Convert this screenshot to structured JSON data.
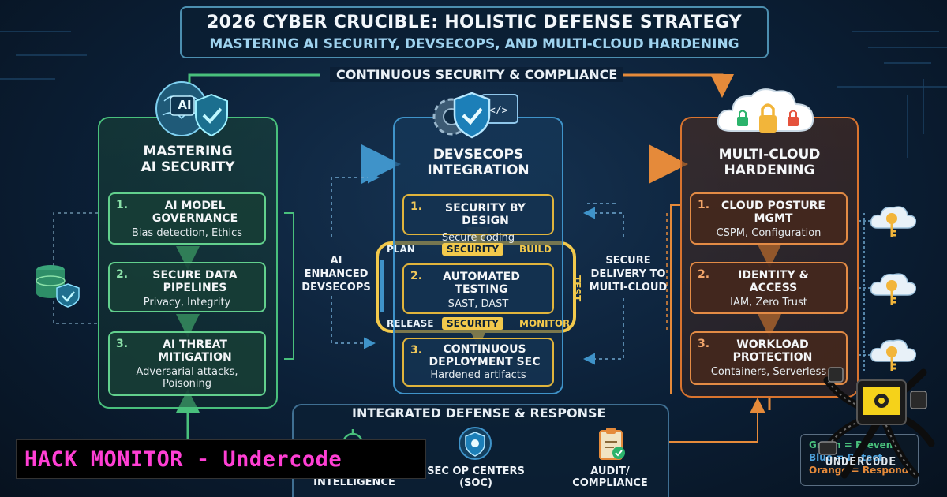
{
  "header": {
    "title": "2026 CYBER CRUCIBLE: HOLISTIC DEFENSE STRATEGY",
    "subtitle": "MASTERING AI SECURITY, DEVSECOPS, AND MULTI-CLOUD HARDENING"
  },
  "top_banner": "CONTINUOUS SECURITY & COMPLIANCE",
  "columns": {
    "ai": {
      "icon_text": "AI",
      "title_line1": "MASTERING",
      "title_line2": "AI SECURITY",
      "cards": [
        {
          "num": "1.",
          "title": "AI MODEL GOVERNANCE",
          "sub": "Bias detection, Ethics"
        },
        {
          "num": "2.",
          "title": "SECURE DATA PIPELINES",
          "sub": "Privacy, Integrity"
        },
        {
          "num": "3.",
          "title": "AI THREAT MITIGATION",
          "sub": "Adversarial attacks, Poisoning"
        }
      ]
    },
    "dev": {
      "title_line1": "DEVSECOPS",
      "title_line2": "INTEGRATION",
      "cards": [
        {
          "num": "1.",
          "title": "SECURITY BY DESIGN",
          "sub": "Secure coding"
        },
        {
          "num": "2.",
          "title": "AUTOMATED TESTING",
          "sub": "SAST, DAST"
        },
        {
          "num": "3.",
          "title": "CONTINUOUS DEPLOYMENT SEC",
          "sub": "Hardened artifacts"
        }
      ],
      "loop": {
        "plan": "PLAN",
        "security_top": "SECURITY",
        "build": "BUILD",
        "test": "TEST",
        "release": "RELEASE",
        "security_bottom": "SECURITY",
        "monitor": "MONITOR"
      }
    },
    "mc": {
      "title_line1": "MULTI-CLOUD",
      "title_line2": "HARDENING",
      "cards": [
        {
          "num": "1.",
          "title": "CLOUD POSTURE MGMT",
          "sub": "CSPM, Configuration"
        },
        {
          "num": "2.",
          "title": "IDENTITY & ACCESS",
          "sub": "IAM, Zero Trust"
        },
        {
          "num": "3.",
          "title": "WORKLOAD PROTECTION",
          "sub": "Containers, Serverless"
        }
      ]
    }
  },
  "side_labels": {
    "left": "AI ENHANCED DEVSECOPS",
    "right": "SECURE DELIVERY TO MULTI-CLOUD"
  },
  "bottom": {
    "title": "INTEGRATED DEFENSE & RESPONSE",
    "items": [
      "INTELLIGENCE",
      "SEC OP CENTERS (SOC)",
      "AUDIT/ COMPLIANCE"
    ]
  },
  "legend": {
    "green": "Green = Prevent",
    "blue": "Blue = Detect",
    "orange": "Orange = Respond"
  },
  "watermark": "HACK MONITOR - Undercode",
  "brand": "UNDERCODE",
  "colors": {
    "green": "#49c07c",
    "blue": "#3f93c9",
    "orange": "#d9742f",
    "yellow": "#f2c94c",
    "watermark_pink": "#ff3fd4"
  }
}
